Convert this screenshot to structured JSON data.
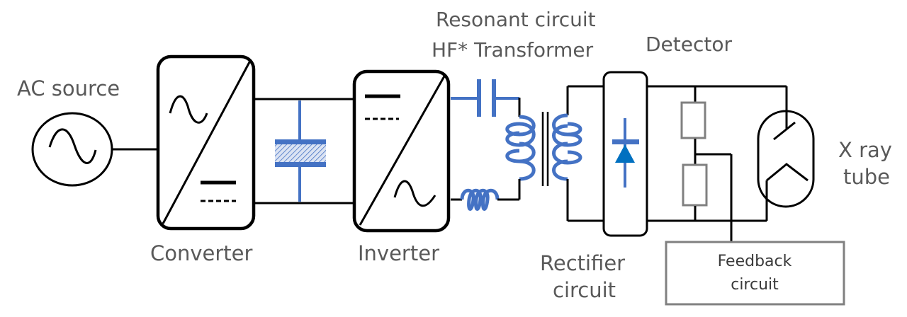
{
  "diagram": {
    "title": "High-frequency X-ray generator block diagram",
    "labels": {
      "ac_source": "AC source",
      "converter": "Converter",
      "inverter": "Inverter",
      "resonant_circuit": "Resonant circuit",
      "hf_transformer": "HF* Transformer",
      "detector": "Detector",
      "rectifier_line1": "Rectifier",
      "rectifier_line2": "circuit",
      "xray_line1": "X ray",
      "xray_line2": "tube",
      "feedback_line1": "Feedback",
      "feedback_line2": "circuit"
    },
    "colors": {
      "wire": "#000000",
      "component_accent": "#4472c4",
      "diode_fill": "#0070c0",
      "resistor": "#808080",
      "label_text": "#595959"
    },
    "blocks": [
      {
        "id": "ac-source",
        "symbol": "sine-wave-in-circle"
      },
      {
        "id": "converter",
        "symbol": "ac-to-dc"
      },
      {
        "id": "dc-link-capacitor",
        "symbol": "capacitor-hatched"
      },
      {
        "id": "inverter",
        "symbol": "dc-to-ac"
      },
      {
        "id": "resonant-circuit",
        "symbol": "series-capacitor-inductor"
      },
      {
        "id": "hf-transformer",
        "symbol": "transformer"
      },
      {
        "id": "rectifier-circuit",
        "symbol": "diode"
      },
      {
        "id": "detector",
        "symbol": "resistor-divider"
      },
      {
        "id": "xray-tube",
        "symbol": "xray-tube"
      },
      {
        "id": "feedback-circuit",
        "symbol": "box"
      }
    ]
  }
}
